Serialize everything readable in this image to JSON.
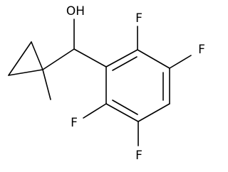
{
  "molecule": {
    "atom_labels": {
      "oh": "OH",
      "f_top": "F",
      "f_right": "F",
      "f_left": "F",
      "f_bottom": "F"
    },
    "colors": {
      "bond": "#000000",
      "label": "#000000",
      "background": "#ffffff"
    }
  }
}
